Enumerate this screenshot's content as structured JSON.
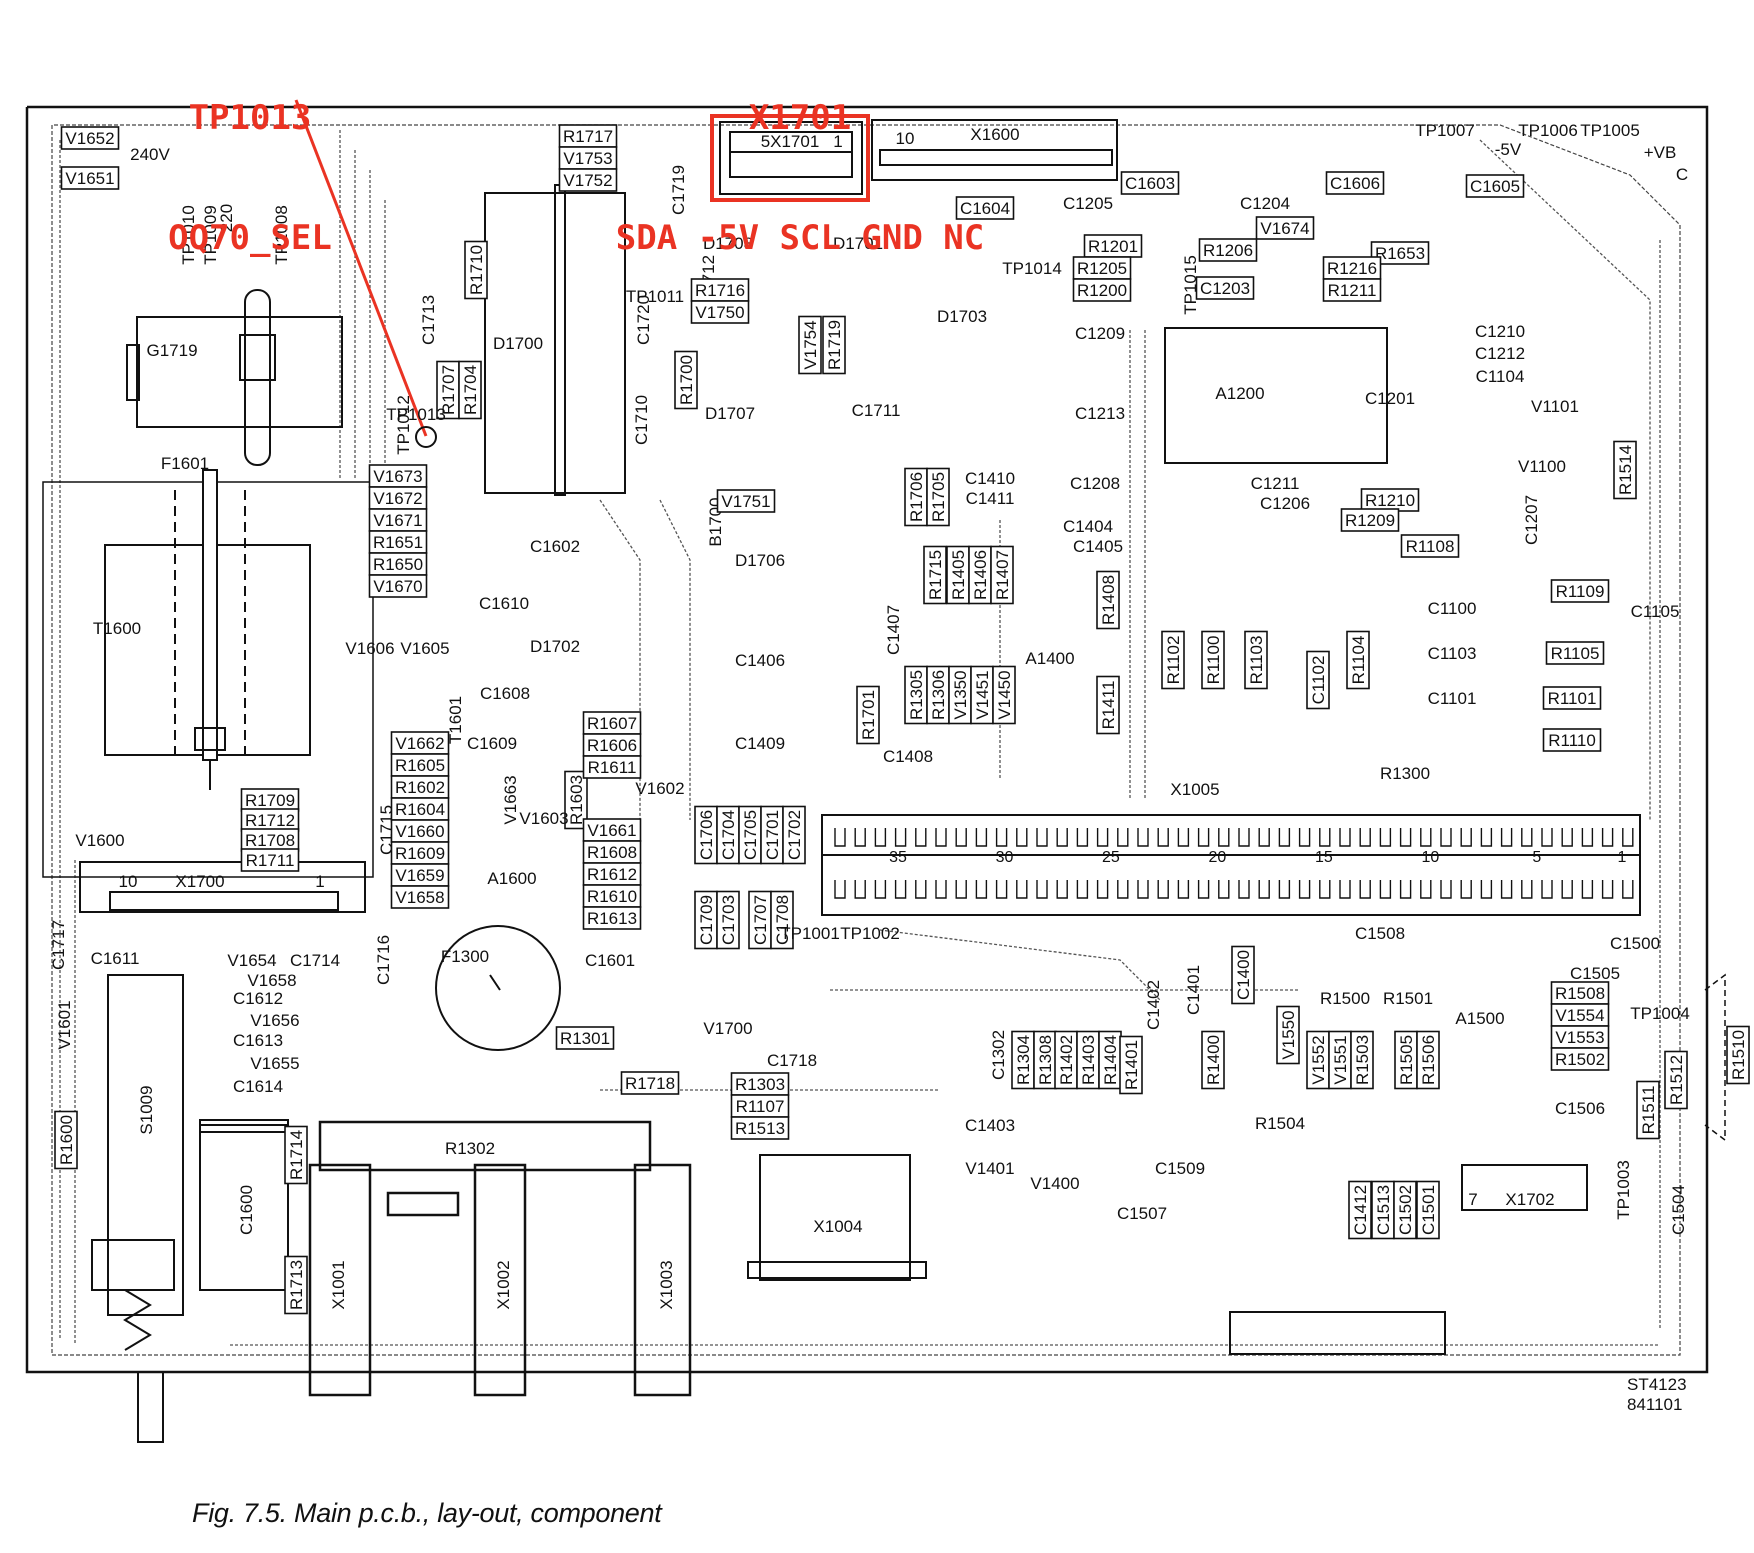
{
  "annotations": {
    "tp1013": {
      "line1": "TP1013",
      "line2": "OQ70_SEL"
    },
    "x1701": {
      "line1": "X1701",
      "line2": "SDA -5V SCL GND NC"
    },
    "highlight_color": "#ea3323"
  },
  "figure": {
    "caption": "Fig. 7.5. Main p.c.b., lay-out, component",
    "drawing_number": "ST4123",
    "drawing_date": "841101"
  },
  "board": {
    "connectors": {
      "x1701": {
        "label": "5X1701",
        "pin_first": "1"
      },
      "x1600": {
        "label": "X1600",
        "pin_last": "10"
      },
      "x1700": {
        "label": "X1700",
        "pin_first": "1",
        "pin_last": "10"
      },
      "x1702": {
        "label": "X1702",
        "pin_last": "7"
      },
      "x1005": {
        "label": "X1005",
        "pins": [
          "35",
          "30",
          "25",
          "20",
          "15",
          "10",
          "5",
          "1"
        ]
      },
      "x1004": {
        "label": "X1004"
      }
    },
    "supply_labels": {
      "minus5v": "-5V",
      "vb": "+VB",
      "v240": "240V",
      "v220": "220",
      "corner": "C"
    },
    "components": [
      "V1652",
      "V1651",
      "TP1010",
      "TP1009",
      "TP1008",
      "G1719",
      "F1601",
      "T1600",
      "R1717",
      "V1753",
      "V1752",
      "C1719",
      "R1710",
      "C1713",
      "TP1012",
      "R1707",
      "R1704",
      "TP1013",
      "D1700",
      "C1720",
      "C1712",
      "C1710",
      "TP1011",
      "R1700",
      "D1708",
      "D1701",
      "R1716",
      "V1750",
      "V1754",
      "R1719",
      "D1707",
      "C1711",
      "B1700",
      "R1706",
      "R1705",
      "V1751",
      "V1673",
      "V1672",
      "V1671",
      "R1651",
      "R1650",
      "V1670",
      "C1610",
      "C1602",
      "D1702",
      "D1706",
      "V1606",
      "V1605",
      "T1601",
      "C1608",
      "C1406",
      "C1409",
      "V1662",
      "C1609",
      "R1605",
      "R1602",
      "R1604",
      "V1660",
      "R1609",
      "V1659",
      "V1658",
      "V1663",
      "R1603",
      "R1607",
      "R1606",
      "R1611",
      "V1603",
      "V1602",
      "A1600",
      "V1661",
      "R1608",
      "R1612",
      "R1610",
      "R1613",
      "C1706",
      "C1704",
      "C1705",
      "C1701",
      "C1702",
      "C1709",
      "C1703",
      "C1707",
      "C1708",
      "C1601",
      "TP1001",
      "TP1002",
      "R1709",
      "R1712",
      "R1708",
      "R1711",
      "C1715",
      "V1600",
      "C1717",
      "C1611",
      "V1654",
      "C1714",
      "C1716",
      "V1658",
      "C1612",
      "V1656",
      "C1613",
      "V1655",
      "C1614",
      "V1601",
      "R1600",
      "S1009",
      "R1714",
      "C1600",
      "R1713",
      "F1300",
      "R1301",
      "V1700",
      "C1718",
      "R1718",
      "R1303",
      "R1107",
      "R1513",
      "R1302",
      "X1001",
      "X1002",
      "X1003",
      "C1603",
      "C1604",
      "C1205",
      "C1606",
      "C1605",
      "C1204",
      "V1674",
      "R1653",
      "R1201",
      "R1206",
      "TP1014",
      "R1205",
      "R1200",
      "TP1015",
      "C1203",
      "R1216",
      "R1211",
      "D1703",
      "C1209",
      "A1200",
      "C1210",
      "C1212",
      "C1104",
      "C1213",
      "C1201",
      "V1101",
      "V1100",
      "R1514",
      "C1208",
      "C1211",
      "C1206",
      "R1210",
      "R1209",
      "C1207",
      "R1108",
      "C1410",
      "C1411",
      "C1404",
      "C1405",
      "R1715",
      "R1405",
      "R1406",
      "R1407",
      "A1400",
      "R1408",
      "R1411",
      "C1407",
      "R1701",
      "R1305",
      "R1306",
      "V1350",
      "V1451",
      "V1450",
      "C1408",
      "R1102",
      "R1100",
      "R1103",
      "C1102",
      "R1104",
      "C1100",
      "C1103",
      "C1101",
      "R1109",
      "C1105",
      "R1105",
      "R1101",
      "R1110",
      "R1300",
      "C1400",
      "C1401",
      "C1402",
      "C1302",
      "R1304",
      "R1308",
      "R1402",
      "R1403",
      "R1404",
      "R1401",
      "R1400",
      "C1403",
      "V1401",
      "V1400",
      "C1509",
      "C1507",
      "V1550",
      "R1500",
      "R1501",
      "V1552",
      "V1551",
      "R1503",
      "R1505",
      "R1506",
      "R1504",
      "C1508",
      "A1500",
      "C1500",
      "C1505",
      "R1508",
      "V1554",
      "V1553",
      "R1502",
      "TP1004",
      "R1510",
      "R1511",
      "R1512",
      "C1506",
      "C1412",
      "C1513",
      "C1502",
      "C1501",
      "TP1003",
      "C1504",
      "TP1005",
      "TP1006",
      "TP1007"
    ]
  }
}
